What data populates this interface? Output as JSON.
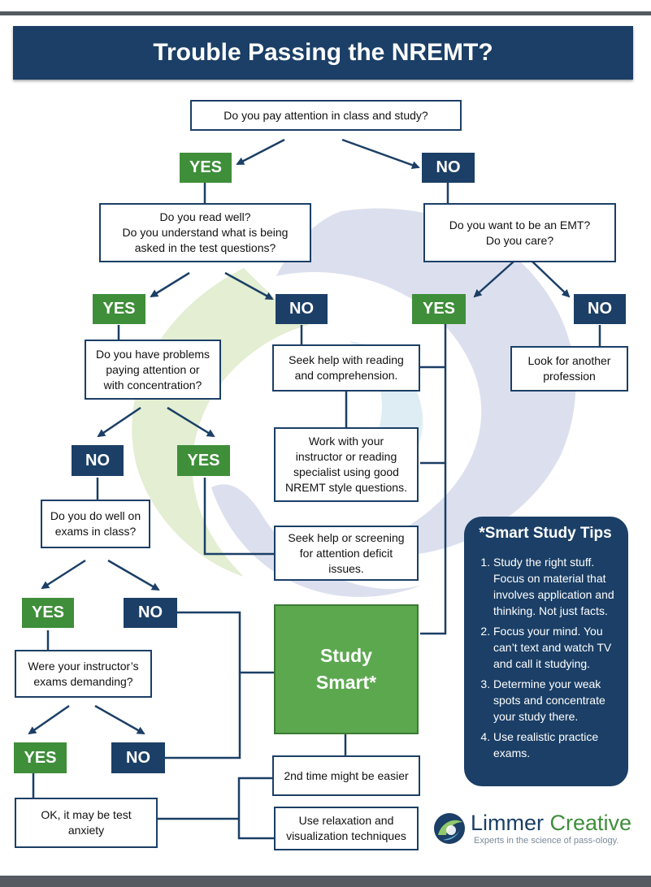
{
  "title": "Trouble Passing the NREMT?",
  "colors": {
    "navy": "#1b3f66",
    "green": "#3f8e3a",
    "study_green": "#5ca84f"
  },
  "nodes": {
    "q1": "Do you pay attention in class and study?",
    "q2": "Do you read well?\nDo you understand what is being\nasked in the test questions?",
    "q3": "Do you want to be an EMT?\nDo you care?",
    "q4": "Do you have problems\npaying attention or\nwith concentration?",
    "seek_reading": "Seek help with reading\nand comprehension.",
    "another_profession": "Look for another\nprofession",
    "work_instructor": "Work with your\ninstructor or reading\nspecialist using good\nNREMT style questions.",
    "q5": "Do you do well on\nexams in class?",
    "seek_attention": "Seek help or screening\nfor attention deficit\nissues.",
    "q6": "Were your instructor’s\nexams demanding?",
    "study_smart": "Study\nSmart*",
    "second_time": "2nd time might be easier",
    "test_anxiety": "OK, it may be test\nanxiety",
    "relaxation": "Use relaxation and\nvisualization techniques"
  },
  "labels": {
    "yes": "YES",
    "no": "NO"
  },
  "tips": {
    "title": "*Smart Study Tips",
    "items": [
      "Study the right stuff. Focus on material that involves application and thinking. Not just facts.",
      "Focus your mind. You can’t text and watch TV and call it studying.",
      "Determine your weak spots and concentrate your study there.",
      "Use realistic practice exams."
    ]
  },
  "logo": {
    "name_part1": "Limmer",
    "name_part2": "Creative",
    "tagline": "Experts in the science of pass-ology."
  }
}
